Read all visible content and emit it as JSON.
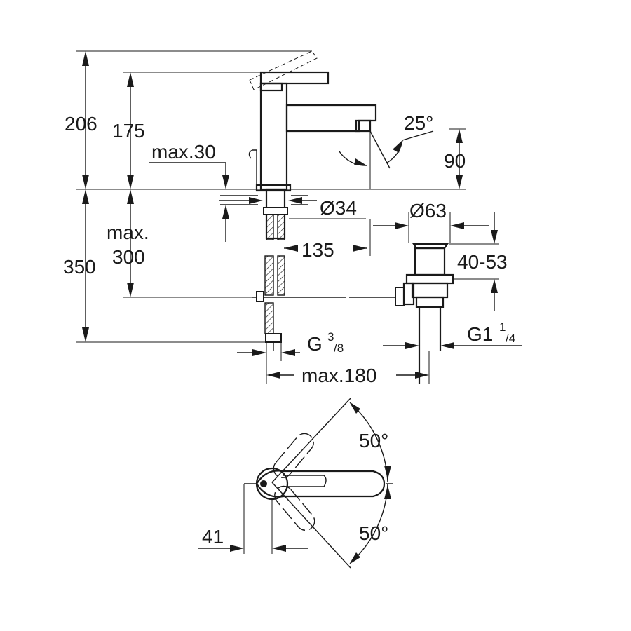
{
  "side_view": {
    "height_total": "206",
    "height_spout": "175",
    "deck_thickness_max": "max.30",
    "lever_tilt_angle": "25°",
    "spout_clearance": "90",
    "mount_hole_diameter": "Ø34",
    "supply_hose_length_max": "max.",
    "supply_hose_length_value": "300",
    "total_below_deck": "350",
    "spout_reach": "135",
    "waste_diameter": "Ø63",
    "waste_range": "40-53",
    "connection_thread_prefix": "G",
    "connection_thread_sup": "3",
    "connection_thread_sub": "/8",
    "waste_thread_prefix": "G1",
    "waste_thread_sup": "1",
    "waste_thread_sub": "/4",
    "width_max": "max.180"
  },
  "top_view": {
    "rotation_up": "50°",
    "rotation_down": "50°",
    "offset": "41"
  }
}
